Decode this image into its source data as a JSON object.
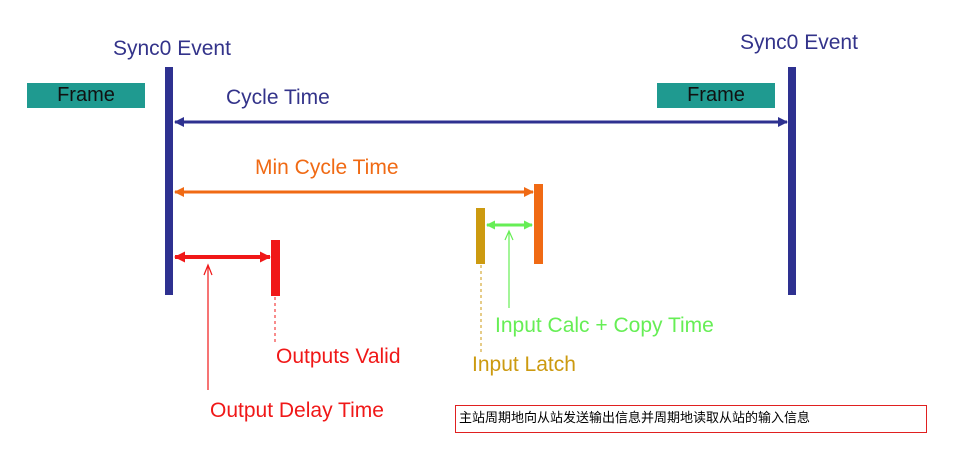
{
  "labels": {
    "sync0_left": "Sync0 Event",
    "sync0_right": "Sync0 Event",
    "frame_left": "Frame",
    "frame_right": "Frame",
    "cycle_time": "Cycle Time",
    "min_cycle_time": "Min Cycle Time",
    "input_calc_copy_time": "Input Calc + Copy Time",
    "input_latch": "Input Latch",
    "outputs_valid": "Outputs Valid",
    "output_delay_time": "Output Delay Time"
  },
  "note": "主站周期地向从站发送输出信息并周期地读取从站的输入信息",
  "colors": {
    "sync_bar": "#2e3190",
    "cycle_arrow": "#2e3190",
    "min_cycle": "#f06a14",
    "output": "#f01818",
    "input_calc": "#66ee55",
    "input_latch": "#cc9a10",
    "frame_fill": "#1f9a90",
    "note_border": "#e02020"
  }
}
